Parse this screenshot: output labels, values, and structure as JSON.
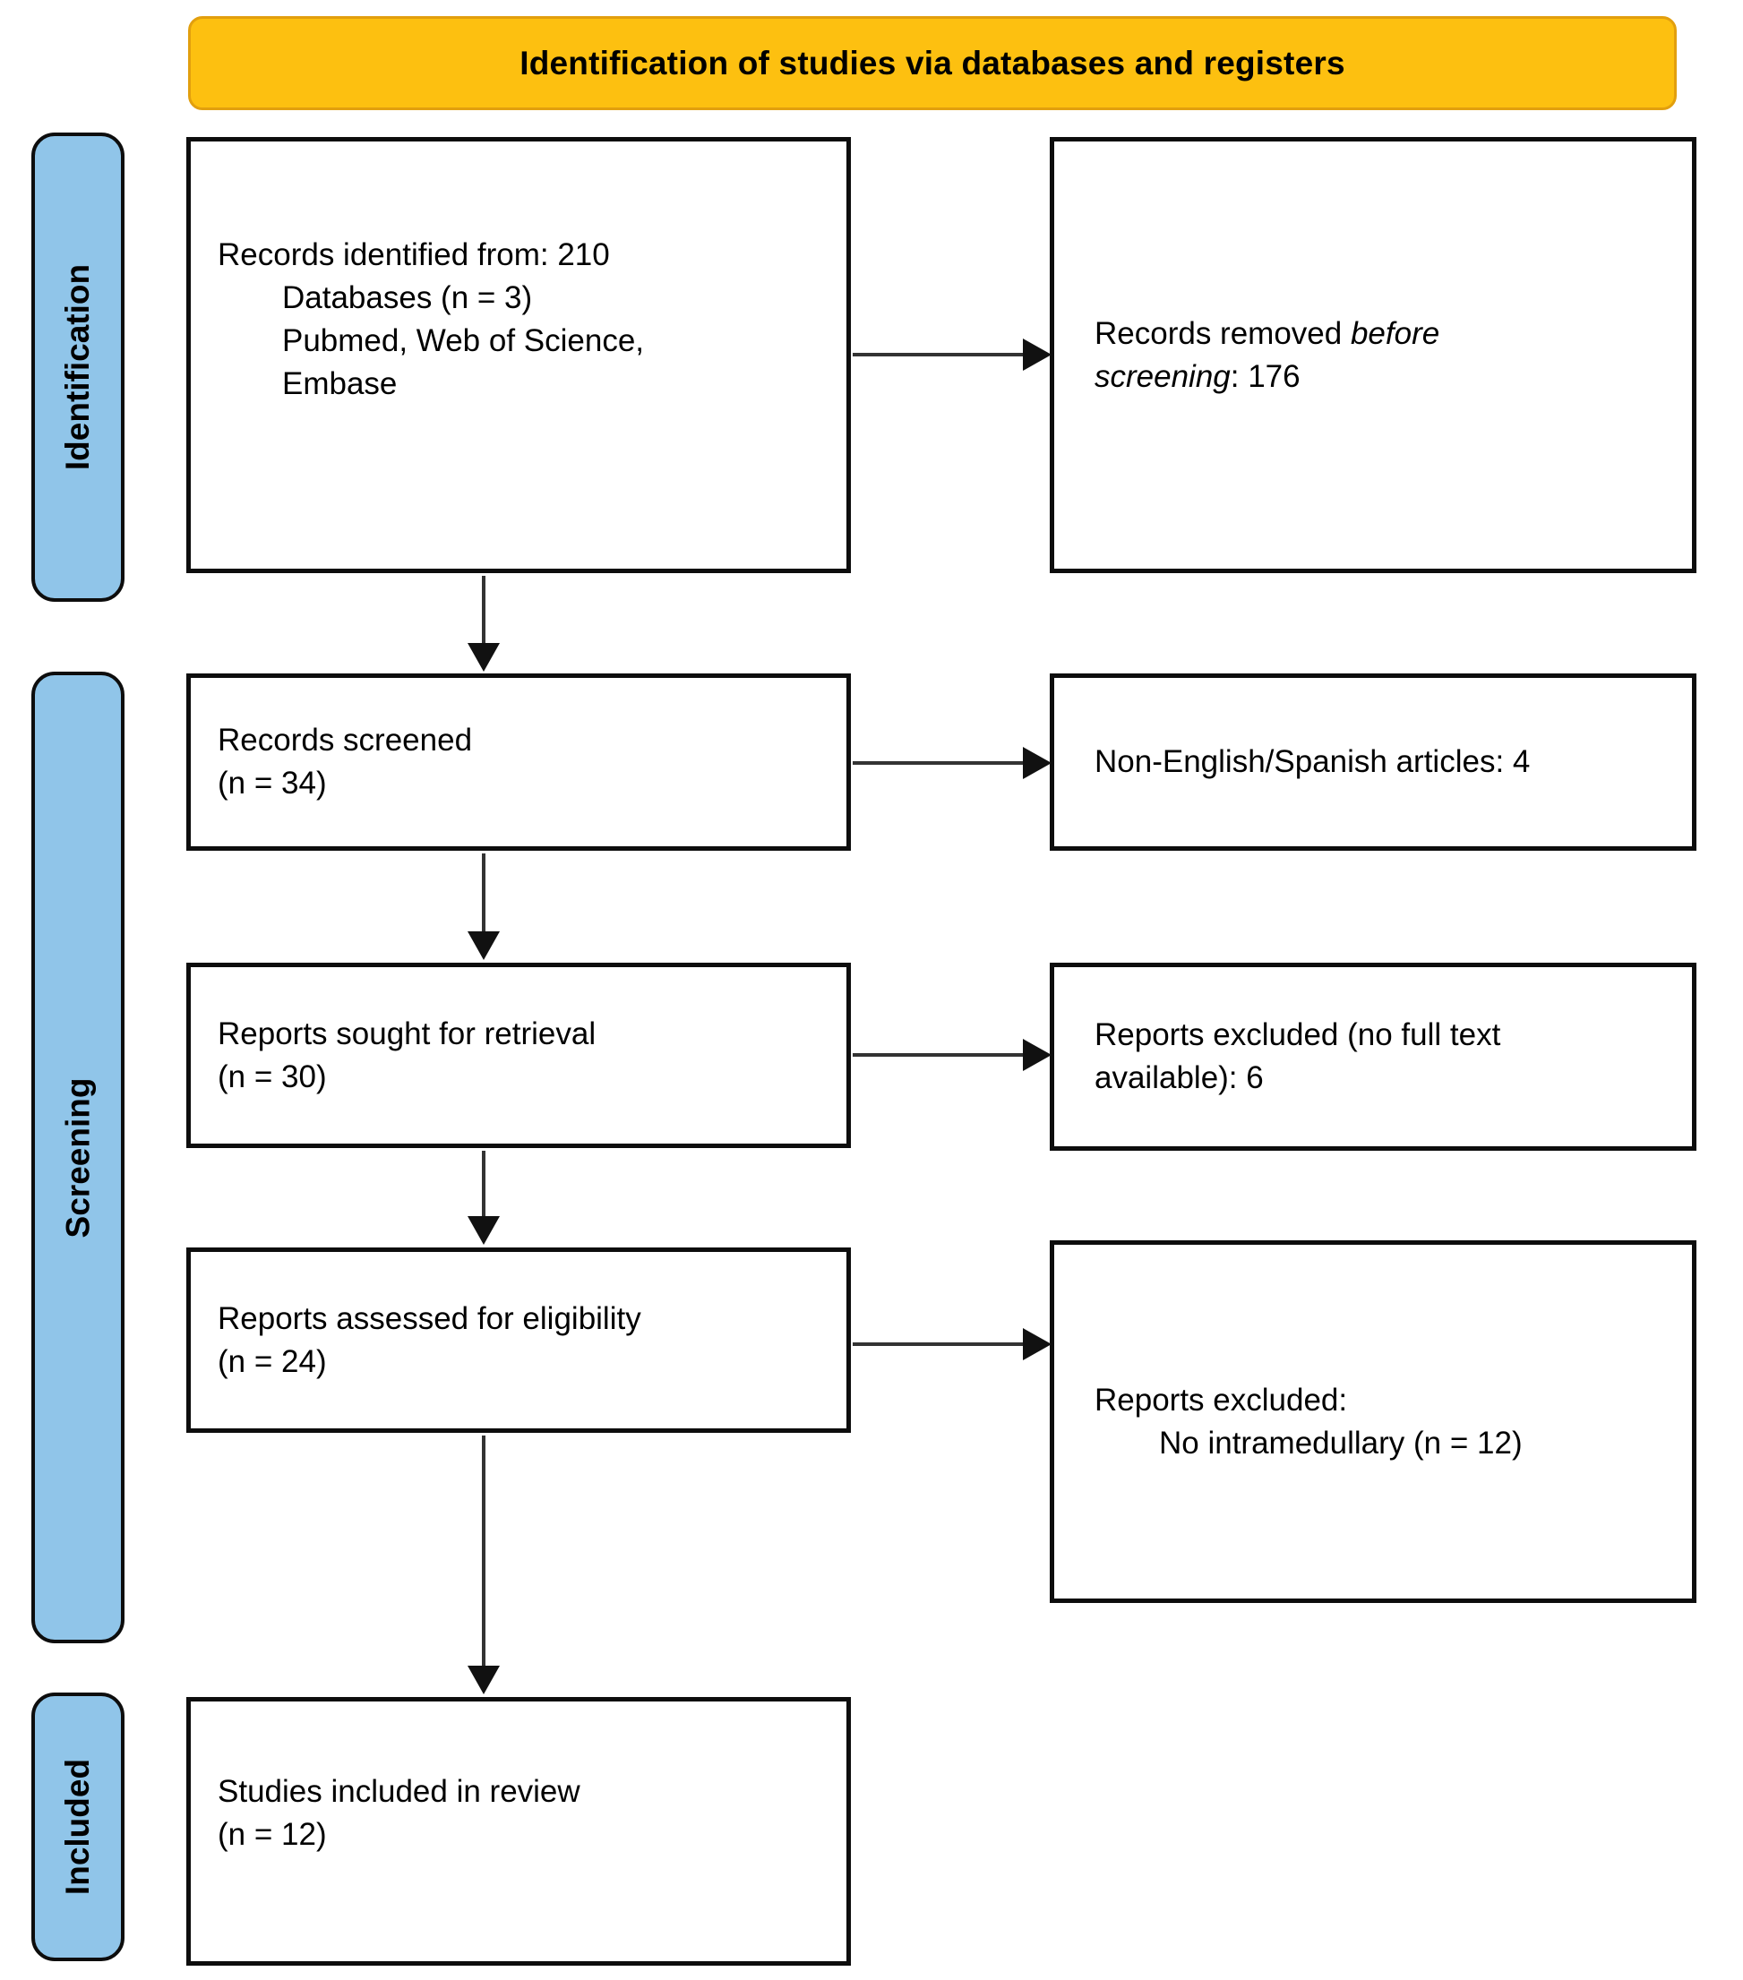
{
  "header": {
    "title": "Identification of studies via databases and registers"
  },
  "sidebar": {
    "stages": [
      {
        "label": "Identification"
      },
      {
        "label": "Screening"
      },
      {
        "label": "Included"
      }
    ]
  },
  "flow": {
    "records_identified": {
      "lines": [
        "Records identified from: 210",
        "Databases (n = 3)",
        "Pubmed, Web of Science,",
        "Embase"
      ]
    },
    "records_removed": {
      "l1_normal": "Records removed ",
      "l1_italic": "before",
      "l2_italic": "screening",
      "l2_normal": ": 176"
    },
    "records_screened": {
      "lines": [
        "Records screened",
        "(n = 34)"
      ]
    },
    "non_english": {
      "lines": [
        "Non-English/Spanish articles: 4"
      ]
    },
    "reports_sought": {
      "lines": [
        "Reports sought for retrieval",
        "(n = 30)"
      ]
    },
    "reports_excluded_fulltext": {
      "lines": [
        "Reports excluded (no full text",
        "available): 6"
      ]
    },
    "reports_assessed": {
      "lines": [
        "Reports assessed for eligibility",
        "(n = 24)"
      ]
    },
    "reports_excluded": {
      "lines": [
        "Reports excluded:",
        "No intramedullary (n = 12)"
      ]
    },
    "studies_included": {
      "lines": [
        "Studies included in review",
        "(n = 12)"
      ]
    }
  },
  "colors": {
    "header_bg": "#FDC010",
    "header_border": "#E29F0E",
    "stage_bg": "#90C5E9",
    "arrow": "#333333",
    "arrow_head": "#111111"
  }
}
